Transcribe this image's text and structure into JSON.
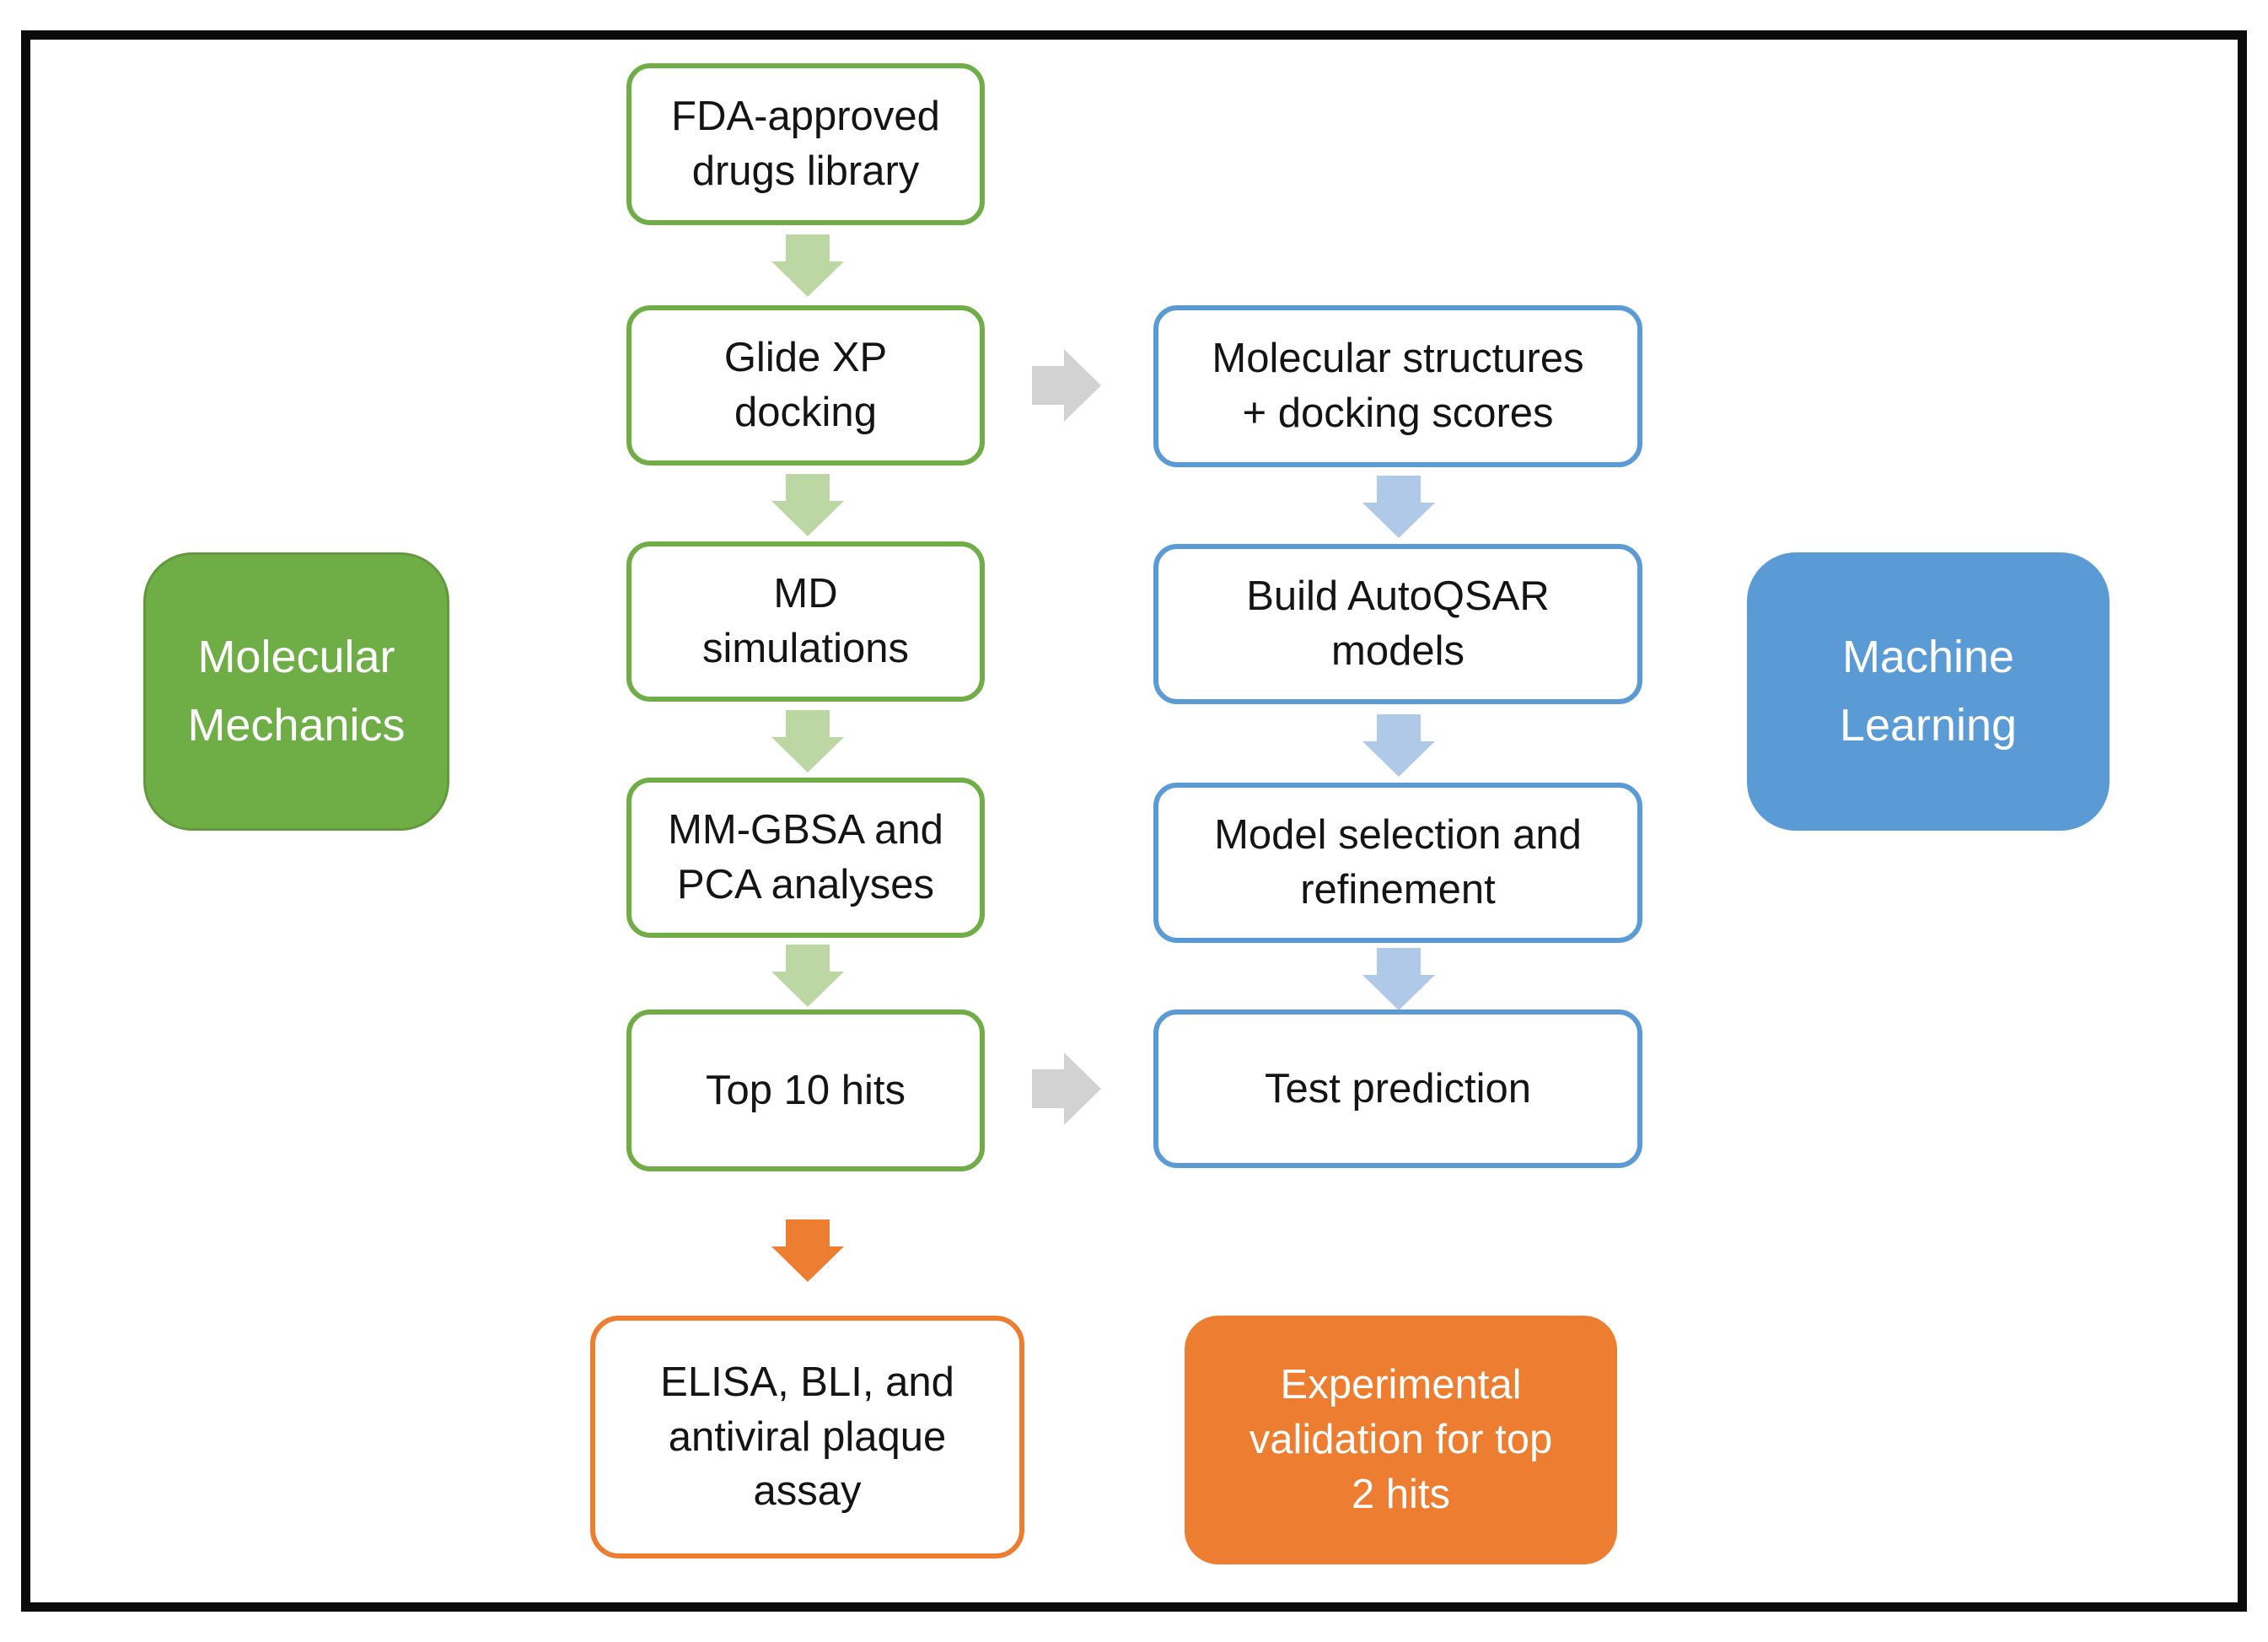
{
  "figure": {
    "labels": {
      "molecular_mechanics": "Molecular\nMechanics",
      "machine_learning": "Machine\nLearning"
    },
    "mm_flow": {
      "fda_library": "FDA-approved\ndrugs library",
      "glide_docking": "Glide XP\ndocking",
      "md_simulations": "MD\nsimulations",
      "mmgbsa_pca": "MM-GBSA and\nPCA analyses",
      "top_10_hits": "Top 10 hits",
      "elisa_assay": "ELISA, BLI, and\nantiviral plaque\nassay"
    },
    "ml_flow": {
      "molecular_structures": "Molecular structures\n+ docking scores",
      "build_autoqsar": "Build AutoQSAR\nmodels",
      "model_selection": "Model selection and\nrefinement",
      "test_prediction": "Test prediction",
      "experimental_validation": "Experimental\nvalidation for top\n2 hits"
    },
    "colors": {
      "green_border": "#70AD47",
      "green_fill": "#6FAE46",
      "blue_border": "#5B9BD5",
      "blue_fill": "#5B9BD5",
      "orange": "#ED7D31",
      "arrow_light_green": "#BCD6A4",
      "arrow_light_blue": "#B0C9E8",
      "arrow_gray": "#D2D2D2",
      "frame_black": "#0b0b0b"
    }
  }
}
